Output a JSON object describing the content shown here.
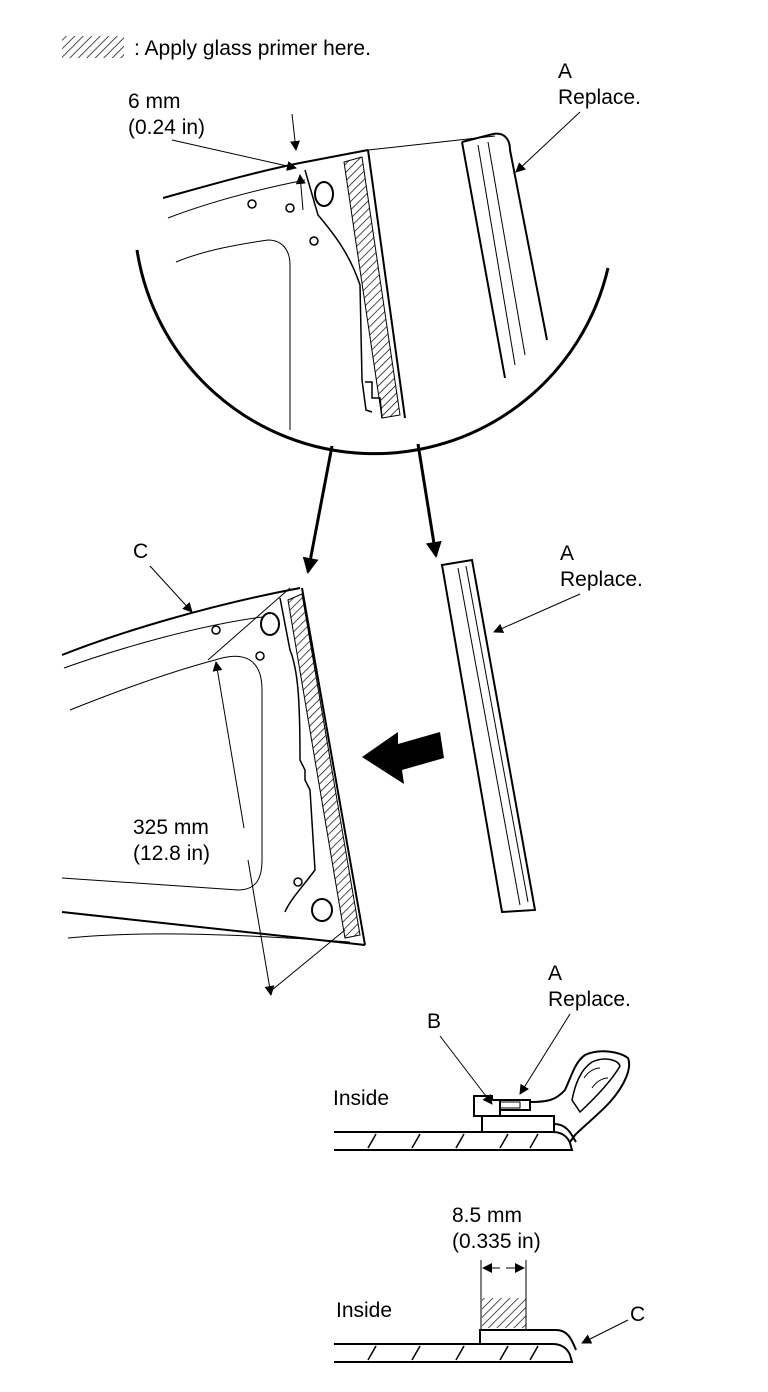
{
  "legend": {
    "text": ": Apply glass primer here."
  },
  "top_view": {
    "gap_dimension_mm": "6 mm",
    "gap_dimension_in": "(0.24 in)",
    "molding_letter": "A",
    "molding_note": "Replace."
  },
  "middle_view": {
    "body_letter": "C",
    "molding_letter": "A",
    "molding_note": "Replace.",
    "length_dimension_mm": "325 mm",
    "length_dimension_in": "(12.8 in)"
  },
  "section_1": {
    "molding_letter": "A",
    "molding_note": "Replace.",
    "clip_letter": "B",
    "inside_label": "Inside"
  },
  "section_2": {
    "width_dimension_mm": "8.5 mm",
    "width_dimension_in": "(0.335 in)",
    "inside_label": "Inside",
    "body_letter": "C"
  }
}
